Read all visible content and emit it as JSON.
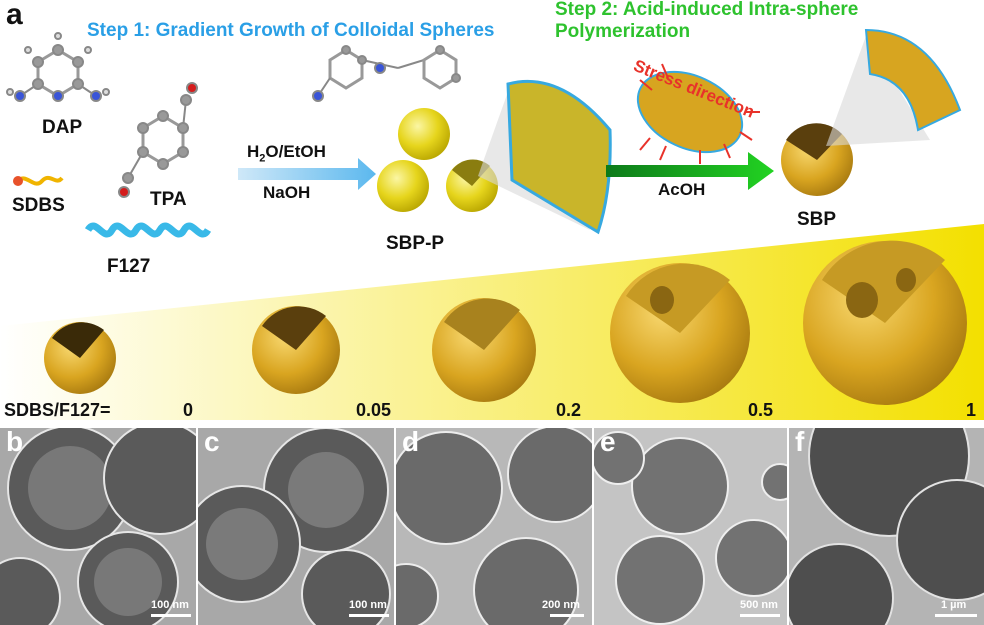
{
  "panel_a": {
    "letter": "a",
    "step1": "Step 1: Gradient Growth of Colloidal Spheres",
    "step2": "Step 2: Acid-induced Intra-sphere Polymerization",
    "reagents": {
      "dap": "DAP",
      "tpa": "TPA",
      "sdbs": "SDBS",
      "f127": "F127"
    },
    "condition1": {
      "solvent_h": "H",
      "solvent_sub": "2",
      "solvent_rest": "O/EtOH",
      "base": "NaOH"
    },
    "condition2": "AcOH",
    "stress_label": "Stress direction",
    "product1": "SBP-P",
    "product2": "SBP",
    "ratio_label": "SDBS/F127=",
    "ratios": [
      "0",
      "0.05",
      "0.2",
      "0.5",
      "1"
    ]
  },
  "tem_panels": [
    {
      "letter": "b",
      "scale": "100 nm"
    },
    {
      "letter": "c",
      "scale": "100 nm"
    },
    {
      "letter": "d",
      "scale": "200 nm"
    },
    {
      "letter": "e",
      "scale": "500 nm"
    },
    {
      "letter": "f",
      "scale": "1 µm"
    }
  ],
  "colors": {
    "step1": "#2a9fe6",
    "step2": "#2ec22e",
    "stress": "#e8322a",
    "sphere": "#e6d21a",
    "shell": "#d4a21a"
  }
}
